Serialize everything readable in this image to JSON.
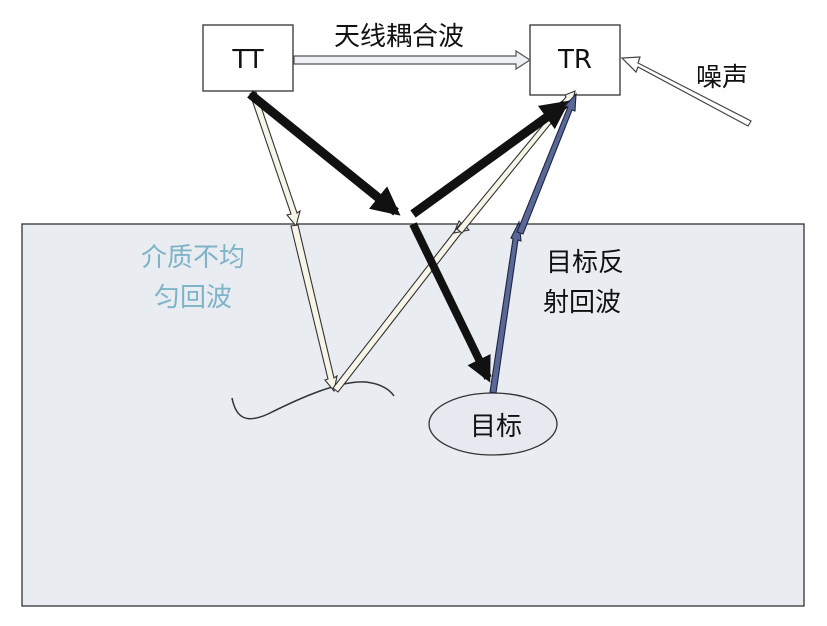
{
  "labels": {
    "tt": "TT",
    "tr": "TR",
    "coupling": "天线耦合波",
    "noise": "噪声",
    "inhomogeneous_line1": "介质不均",
    "inhomogeneous_line2": "匀回波",
    "target_reflection_line1": "目标反",
    "target_reflection_line2": "射回波",
    "target": "目标"
  },
  "colors": {
    "ground_fill": "#e9ecf1",
    "inhomogeneous_text": "#7fb3c8",
    "target_echo_fill": "#5a6896",
    "hollow_arrow_fill": "#f7f5e8",
    "thick_arrow": "#111111"
  }
}
